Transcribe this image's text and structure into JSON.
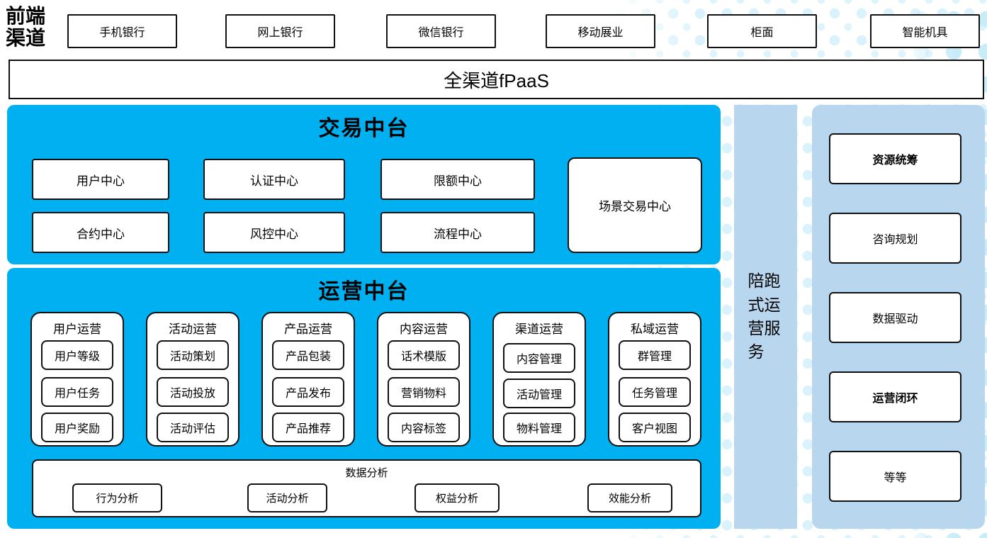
{
  "front_channels": {
    "label": "前端渠道",
    "items": [
      "手机银行",
      "网上银行",
      "微信银行",
      "移动展业",
      "柜面",
      "智能机具"
    ]
  },
  "fpaas_bar": {
    "label": "全渠道fPaaS"
  },
  "transaction_platform": {
    "title": "交易中台",
    "centers_row1": [
      "用户中心",
      "认证中心",
      "限额中心"
    ],
    "centers_row2": [
      "合约中心",
      "风控中心",
      "流程中心"
    ],
    "scene_center": "场景交易中心"
  },
  "operation_platform": {
    "title": "运营中台",
    "columns": [
      {
        "label": "用户运营",
        "items": [
          "用户等级",
          "用户任务",
          "用户奖励"
        ]
      },
      {
        "label": "活动运营",
        "items": [
          "活动策划",
          "活动投放",
          "活动评估"
        ]
      },
      {
        "label": "产品运营",
        "items": [
          "产品包装",
          "产品发布",
          "产品推荐"
        ]
      },
      {
        "label": "内容运营",
        "items": [
          "话术模版",
          "营销物料",
          "内容标签"
        ]
      },
      {
        "label": "渠道运营",
        "items": [
          "内容管理",
          "活动管理",
          "物料管理"
        ]
      },
      {
        "label": "私域运营",
        "items": [
          "群管理",
          "任务管理",
          "客户视图"
        ]
      }
    ],
    "data_analysis": {
      "label": "数据分析",
      "items": [
        "行为分析",
        "活动分析",
        "权益分析",
        "效能分析"
      ]
    }
  },
  "companion_service": {
    "label": "陪跑式运营服务"
  },
  "service_items": [
    {
      "label": "资源统筹",
      "weight": "bold"
    },
    {
      "label": "咨询规划",
      "weight": "normal"
    },
    {
      "label": "数据驱动",
      "weight": "normal"
    },
    {
      "label": "运营闭环",
      "weight": "bold"
    },
    {
      "label": "等等",
      "weight": "normal"
    }
  ],
  "colors": {
    "accent_blue": "#00b0f0",
    "light_blue": "#b8d6ee",
    "dot_color": "#d9f2fb"
  }
}
